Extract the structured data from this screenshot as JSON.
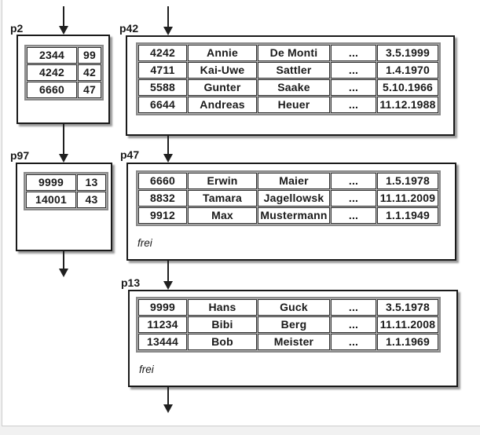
{
  "pages": {
    "p2": {
      "label": "p2",
      "rows": [
        [
          "2344",
          "99"
        ],
        [
          "4242",
          "42"
        ],
        [
          "6660",
          "47"
        ]
      ]
    },
    "p42": {
      "label": "p42",
      "rows": [
        [
          "4242",
          "Annie",
          "De Monti",
          "...",
          "3.5.1999"
        ],
        [
          "4711",
          "Kai-Uwe",
          "Sattler",
          "...",
          "1.4.1970"
        ],
        [
          "5588",
          "Gunter",
          "Saake",
          "...",
          "5.10.1966"
        ],
        [
          "6644",
          "Andreas",
          "Heuer",
          "...",
          "11.12.1988"
        ]
      ]
    },
    "p97": {
      "label": "p97",
      "rows": [
        [
          "9999",
          "13"
        ],
        [
          "14001",
          "43"
        ]
      ]
    },
    "p47": {
      "label": "p47",
      "rows": [
        [
          "6660",
          "Erwin",
          "Maier",
          "...",
          "1.5.1978"
        ],
        [
          "8832",
          "Tamara",
          "Jagellowsk",
          "...",
          "11.11.2009"
        ],
        [
          "9912",
          "Max",
          "Mustermann",
          "...",
          "1.1.1949"
        ]
      ],
      "free_label": "frei"
    },
    "p13": {
      "label": "p13",
      "rows": [
        [
          "9999",
          "Hans",
          "Guck",
          "...",
          "3.5.1978"
        ],
        [
          "11234",
          "Bibi",
          "Berg",
          "...",
          "11.11.2008"
        ],
        [
          "13444",
          "Bob",
          "Meister",
          "...",
          "1.1.1969"
        ]
      ],
      "free_label": "frei"
    }
  },
  "colors": {
    "ink": "#1a1a1a",
    "cell-border": "#2f2f2f",
    "table-outline": "#8a8a8a",
    "shadow": "#9a9a9a",
    "arrow": "#1f1f1f",
    "page-bg": "#ffffff",
    "outside-bg": "#f1f1f1",
    "slide-edge": "#cccccc"
  }
}
